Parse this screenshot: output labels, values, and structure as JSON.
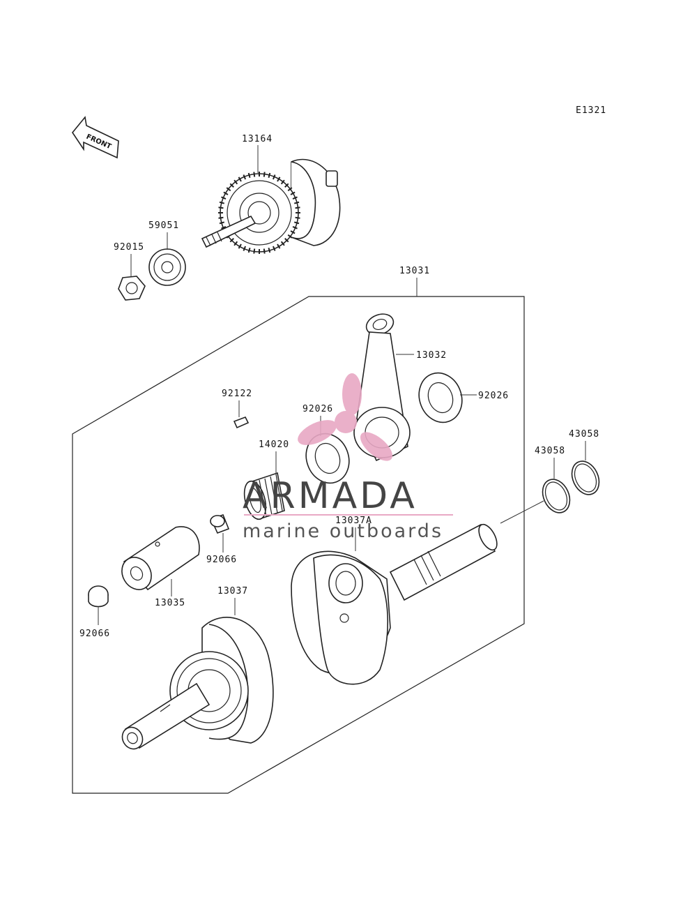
{
  "diagram_code": "E1321",
  "front_arrow_label": "FRONT",
  "parts": {
    "p13164": "13164",
    "p59051": "59051",
    "p92015": "92015",
    "p13031": "13031",
    "p13032": "13032",
    "p92026a": "92026",
    "p92026b": "92026",
    "p92122": "92122",
    "p14020": "14020",
    "p43058a": "43058",
    "p43058b": "43058",
    "p13037A": "13037A",
    "p92066a": "92066",
    "p13035": "13035",
    "p13037": "13037",
    "p92066b": "92066"
  },
  "watermark": {
    "brand": "ARMADA",
    "tagline": "marine outboards",
    "brand_color": "#444444",
    "accent_color": "#e8a8c4"
  }
}
